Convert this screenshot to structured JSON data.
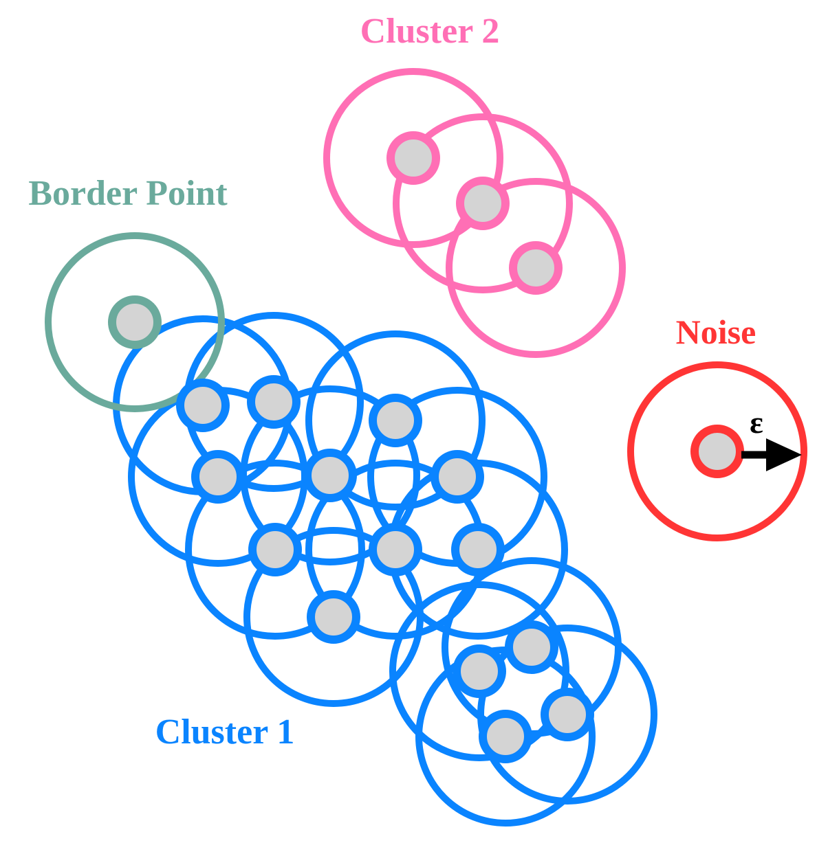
{
  "labels": {
    "cluster2": "Cluster 2",
    "border_point": "Border Point",
    "noise": "Noise",
    "cluster1": "Cluster 1",
    "epsilon": "ε"
  },
  "colors": {
    "cluster1": "#0a84ff",
    "cluster2": "#ff6fb5",
    "border": "#6aaa9c",
    "noise": "#ff3535",
    "point_fill": "#d4d4d4",
    "arrow": "#000000"
  }
}
